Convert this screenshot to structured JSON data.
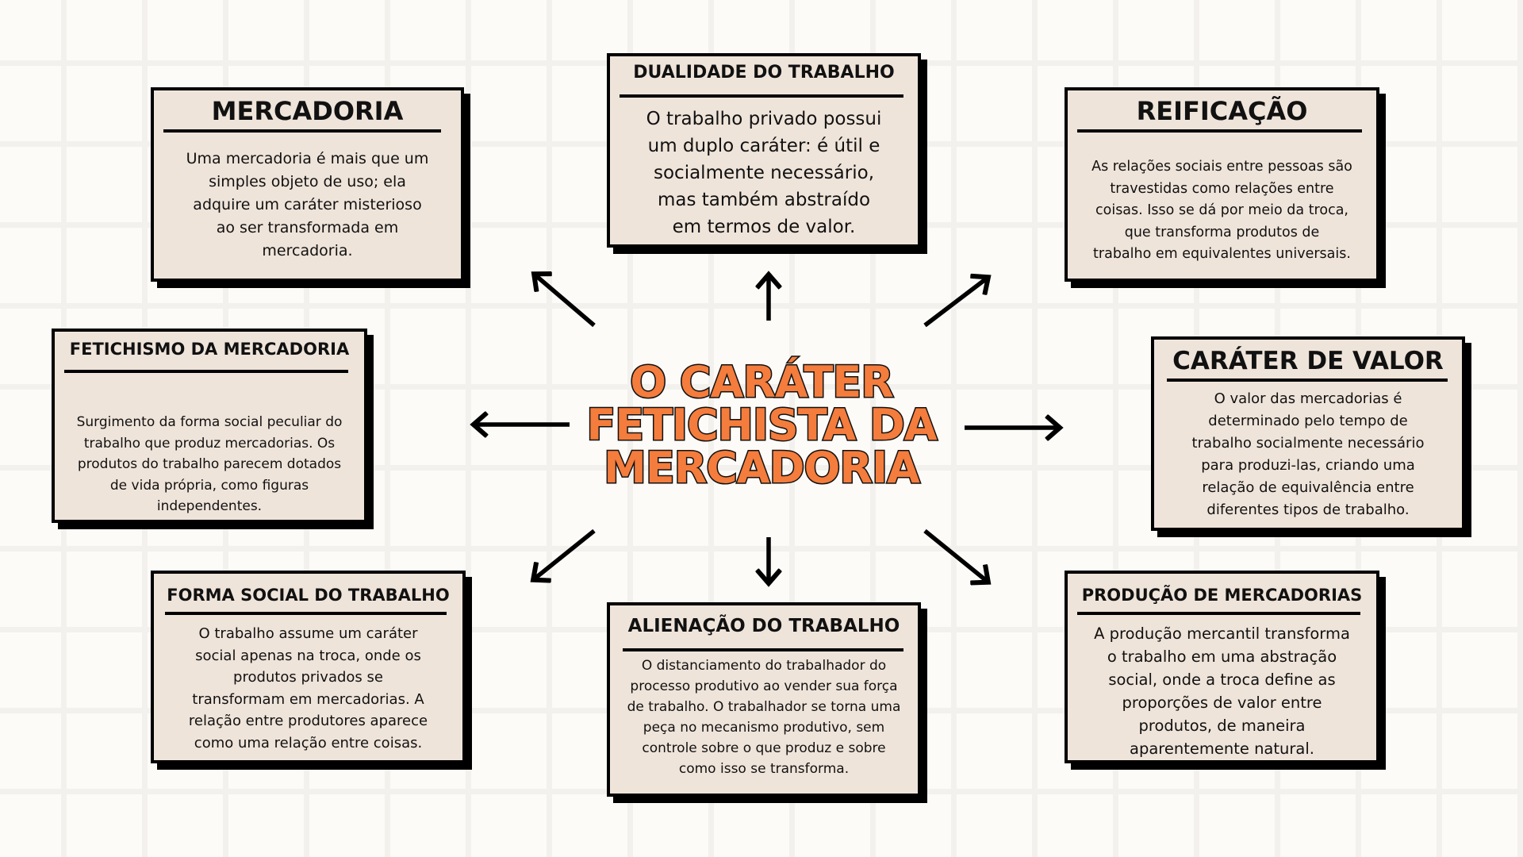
{
  "title": {
    "line1": "O CARÁTER",
    "line2": "FETICHISTA DA",
    "line3": "MERCADORIA",
    "fill": "#f47c3c"
  },
  "boxes": {
    "mercadoria": {
      "title": "MERCADORIA",
      "body": "Uma mercadoria é mais que um\nsimples objeto de uso; ela\nadquire um caráter misterioso\nao ser transformada em\nmercadoria."
    },
    "dualidade": {
      "title": "DUALIDADE DO TRABALHO",
      "body": "O trabalho privado possui\num duplo caráter: é útil e\nsocialmente necessário,\nmas também abstraído\nem termos de valor."
    },
    "reificacao": {
      "title": "REIFICAÇÃO",
      "body": "As relações sociais entre pessoas são\ntravestidas como relações entre\ncoisas. Isso se dá por meio da troca,\nque transforma produtos de\ntrabalho em equivalentes universais."
    },
    "fetichismo": {
      "title": "FETICHISMO DA MERCADORIA",
      "body": "Surgimento da forma social peculiar do\ntrabalho que produz mercadorias. Os\nprodutos do trabalho parecem dotados\nde vida própria, como figuras\nindependentes."
    },
    "valor": {
      "title": "CARÁTER DE VALOR",
      "body": "O valor das mercadorias é\ndeterminado pelo tempo de\ntrabalho socialmente necessário\npara produzi-las, criando uma\nrelação de equivalência entre\ndiferentes tipos de trabalho."
    },
    "forma": {
      "title": "FORMA SOCIAL DO TRABALHO",
      "body": "O trabalho assume um caráter\nsocial apenas na troca, onde os\nprodutos privados se\ntransformam em mercadorias. A\nrelação entre produtores aparece\ncomo uma relação entre coisas."
    },
    "alienacao": {
      "title": "ALIENAÇÃO DO TRABALHO",
      "body": "O distanciamento do trabalhador do\nprocesso produtivo ao vender sua força\nde trabalho. O trabalhador se torna uma\npeça no mecanismo produtivo, sem\ncontrole sobre o que produz e sobre\ncomo isso se transforma."
    },
    "producao": {
      "title": "PRODUÇÃO DE MERCADORIAS",
      "body": "A produção mercantil transforma\no trabalho em uma abstração\nsocial, onde a troca define as\nproporções de valor entre\nprodutos, de maneira\naparentemente natural."
    }
  },
  "colors": {
    "box_fill": "#efe4da",
    "border": "#000000",
    "background": "#fcfbf8"
  }
}
